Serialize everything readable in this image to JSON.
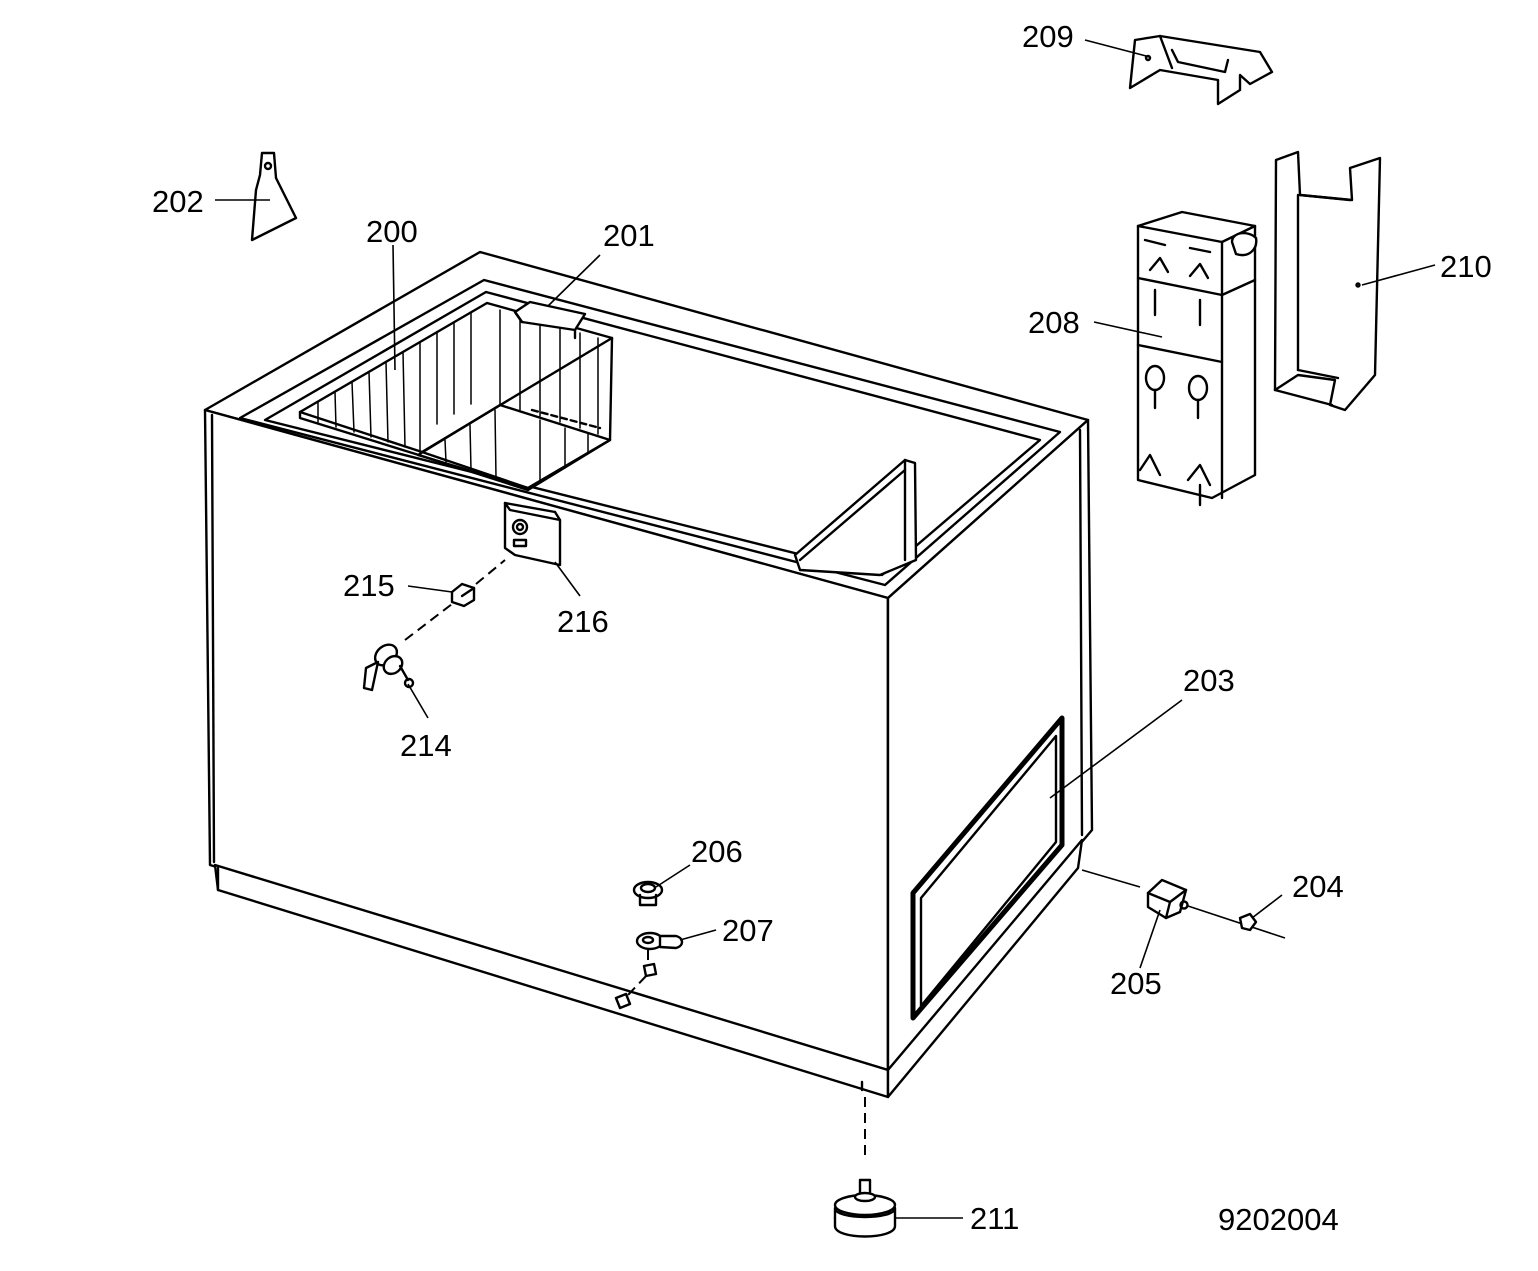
{
  "labels": {
    "l200": "200",
    "l201": "201",
    "l202": "202",
    "l203": "203",
    "l204": "204",
    "l205": "205",
    "l206": "206",
    "l207": "207",
    "l208": "208",
    "l209": "209",
    "l210": "210",
    "l211": "211",
    "l214": "214",
    "l215": "215",
    "l216": "216"
  },
  "drawing_number": "9202004"
}
